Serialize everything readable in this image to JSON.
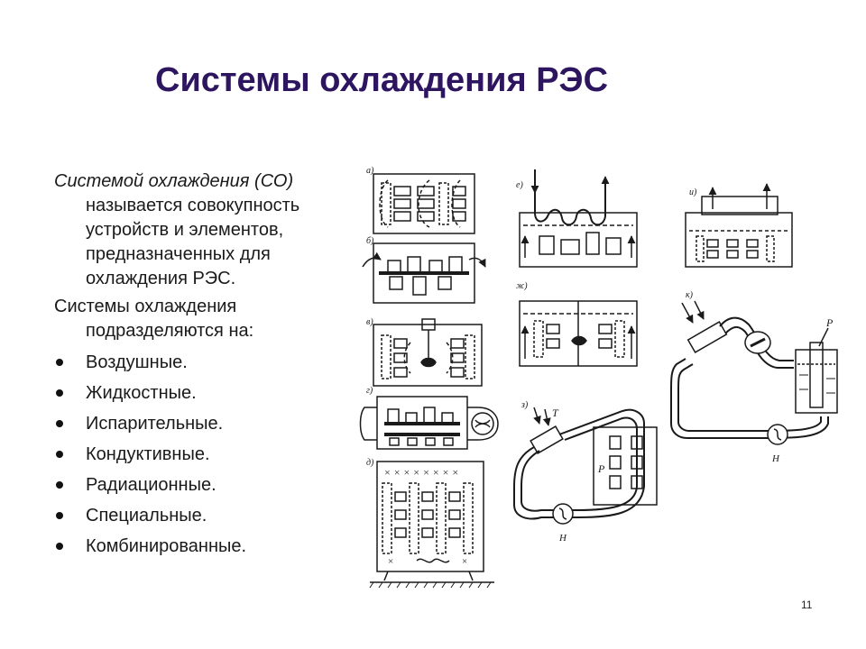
{
  "slide": {
    "title": "Системы охлаждения РЭС",
    "definition": {
      "term": "Системой охлаждения (СО)",
      "rest": " называется совокупность устройств и элементов, предназначенных для охлаждения РЭС."
    },
    "subdivision": "Системы охлаждения подразделяются на:",
    "types": [
      "Воздушные.",
      "Жидкостные.",
      "Испарительные.",
      "Кондуктивные.",
      "Радиационные.",
      "Специальные.",
      "Комбинированные."
    ],
    "page_number": "11"
  },
  "figure": {
    "panel_labels": [
      "а)",
      "б)",
      "в)",
      "г)",
      "д)",
      "е)",
      "ж)",
      "з)",
      "и)",
      "к)"
    ],
    "component_labels": [
      "Т",
      "Р",
      "Н",
      "Р",
      "Н"
    ]
  }
}
